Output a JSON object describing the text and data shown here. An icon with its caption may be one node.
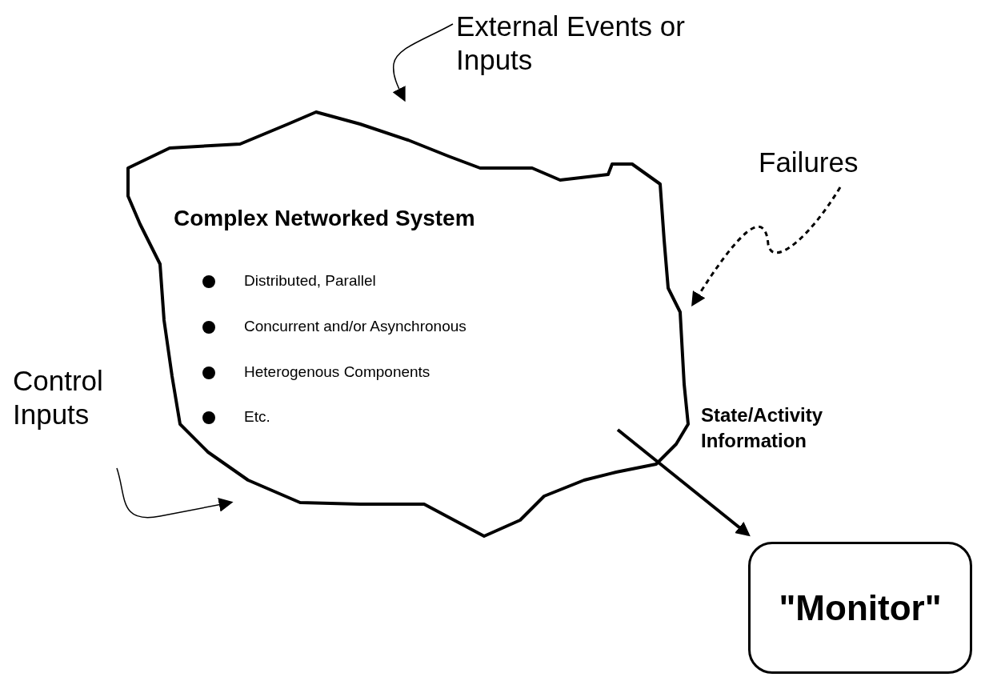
{
  "diagram": {
    "nodes": [
      {
        "text": [
          "External Events or Inputs"
        ]
      },
      {
        "text": [
          "Complex Networked System",
          "Distributed, Parallel",
          "Concurrent and/or Asynchronous",
          "Heterogenous Components",
          "Etc."
        ]
      },
      {
        "text": [
          "Failures"
        ]
      },
      {
        "text": [
          "Control Inputs"
        ]
      },
      {
        "text": [
          "\"Monitor\""
        ]
      }
    ],
    "edges": [
      {
        "from": 0,
        "to": 1,
        "arrow": "to"
      },
      {
        "from": 2,
        "to": 1,
        "arrow": "to",
        "style": "dashed"
      },
      {
        "from": 3,
        "to": 1,
        "arrow": "to"
      },
      {
        "from": 1,
        "to": 4,
        "arrow": "to",
        "style": "thick",
        "label": "State/Activity Information"
      }
    ]
  }
}
